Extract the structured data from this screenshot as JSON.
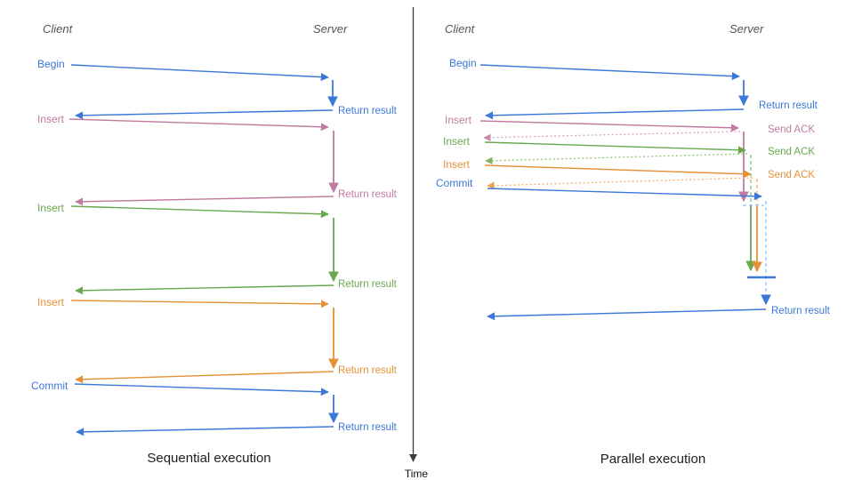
{
  "axis": {
    "label": "Time"
  },
  "colors": {
    "blue": "#3c78d8",
    "pink": "#c27ba0",
    "green": "#6aa84f",
    "orange": "#e69138",
    "light_blue_dashed": "#9fc5f8",
    "light_pink_dotted": "#d5a6bd",
    "light_green_dotted": "#93c47d",
    "light_orange_dotted": "#f6b26b",
    "axis": "#3d3d3d"
  },
  "panels": {
    "sequential": {
      "title": "Sequential execution",
      "client_label": "Client",
      "server_label": "Server",
      "ops": [
        {
          "name": "Begin",
          "color": "#3c78d8",
          "result": "Return result"
        },
        {
          "name": "Insert",
          "color": "#c27ba0",
          "result": "Return result"
        },
        {
          "name": "Insert",
          "color": "#6aa84f",
          "result": "Return result"
        },
        {
          "name": "Insert",
          "color": "#e69138",
          "result": "Return result"
        },
        {
          "name": "Commit",
          "color": "#3c78d8",
          "result": "Return result"
        }
      ]
    },
    "parallel": {
      "title": "Parallel execution",
      "client_label": "Client",
      "server_label": "Server",
      "ops": [
        {
          "name": "Begin",
          "color": "#3c78d8",
          "response": "Return result"
        },
        {
          "name": "Insert",
          "color": "#c27ba0",
          "response": "Send ACK"
        },
        {
          "name": "Insert",
          "color": "#6aa84f",
          "response": "Send ACK"
        },
        {
          "name": "Insert",
          "color": "#e69138",
          "response": "Send ACK"
        },
        {
          "name": "Commit",
          "color": "#3c78d8",
          "response": "Return result"
        }
      ]
    }
  }
}
